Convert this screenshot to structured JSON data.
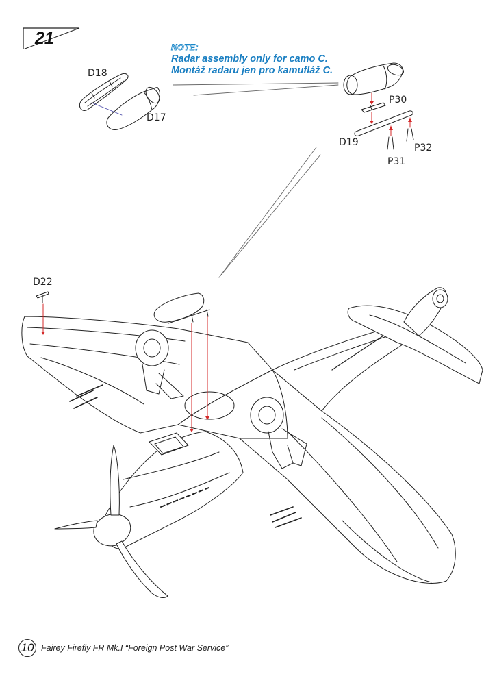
{
  "step": {
    "number": "21"
  },
  "note": {
    "title": "NOTE:",
    "line_en": "Radar assembly only for camo C.",
    "line_cz": "Montáž radaru jen pro kamufláž C."
  },
  "parts": {
    "d17": "D17",
    "d18": "D18",
    "d19": "D19",
    "d22": "D22",
    "p30": "P30",
    "p31": "P31",
    "p32": "P32"
  },
  "footer": {
    "page_number": "10",
    "title": "Fairey Firefly FR Mk.I “Foreign Post War Service”"
  },
  "colors": {
    "line": "#222222",
    "arrow": "#d42a2a",
    "note_blue": "#1a7fc2"
  }
}
